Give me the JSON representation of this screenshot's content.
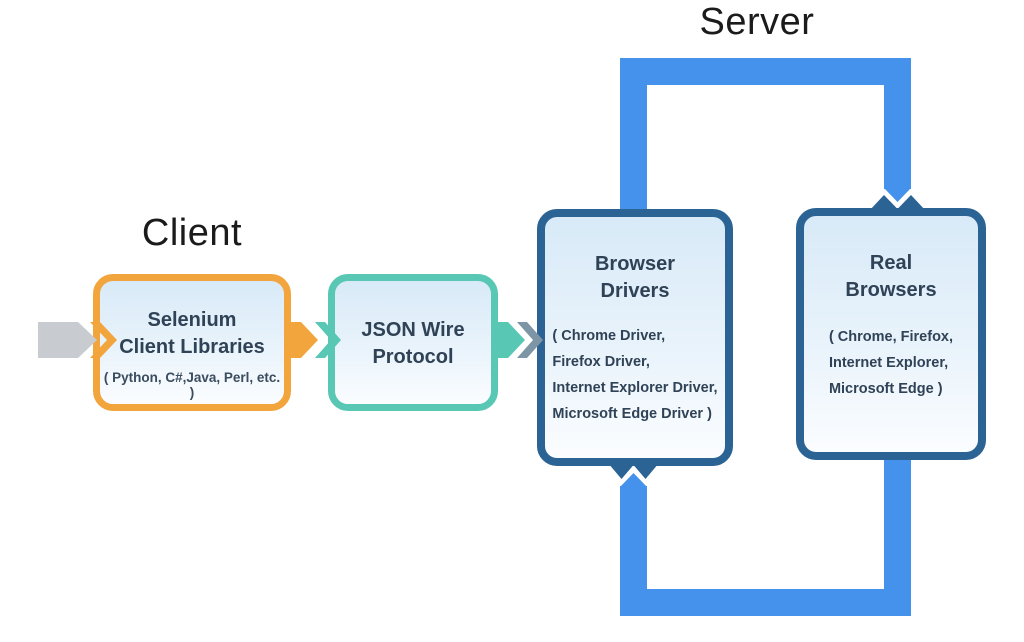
{
  "labels": {
    "client": "Client",
    "server": "Server"
  },
  "boxes": {
    "selenium": {
      "title": "Selenium\nClient Libraries",
      "subtitle": "( Python, C#,Java, Perl, etc. )"
    },
    "json_wire": {
      "title": "JSON Wire\nProtocol"
    },
    "browser_drivers": {
      "title": "Browser\nDrivers",
      "items": [
        "( Chrome Driver,",
        "Firefox Driver,",
        "Internet Explorer Driver,",
        "Microsoft Edge Driver )"
      ]
    },
    "real_browsers": {
      "title": "Real\nBrowsers",
      "items": [
        "( Chrome, Firefox,",
        "Internet Explorer,",
        "Microsoft Edge )"
      ]
    }
  },
  "colors": {
    "orange_border": "#f2a53c",
    "teal_border": "#58c7b4",
    "navy_border": "#2b6394",
    "pipe_blue": "#4492ec",
    "gray_arrow": "#c8ccd0",
    "slate_arrow": "#7e95a5",
    "box_fill_top": "#d8eaf8",
    "box_fill_bottom": "#fbfdff",
    "title_text": "#2f4256",
    "heading_text": "#1b1b1b"
  }
}
